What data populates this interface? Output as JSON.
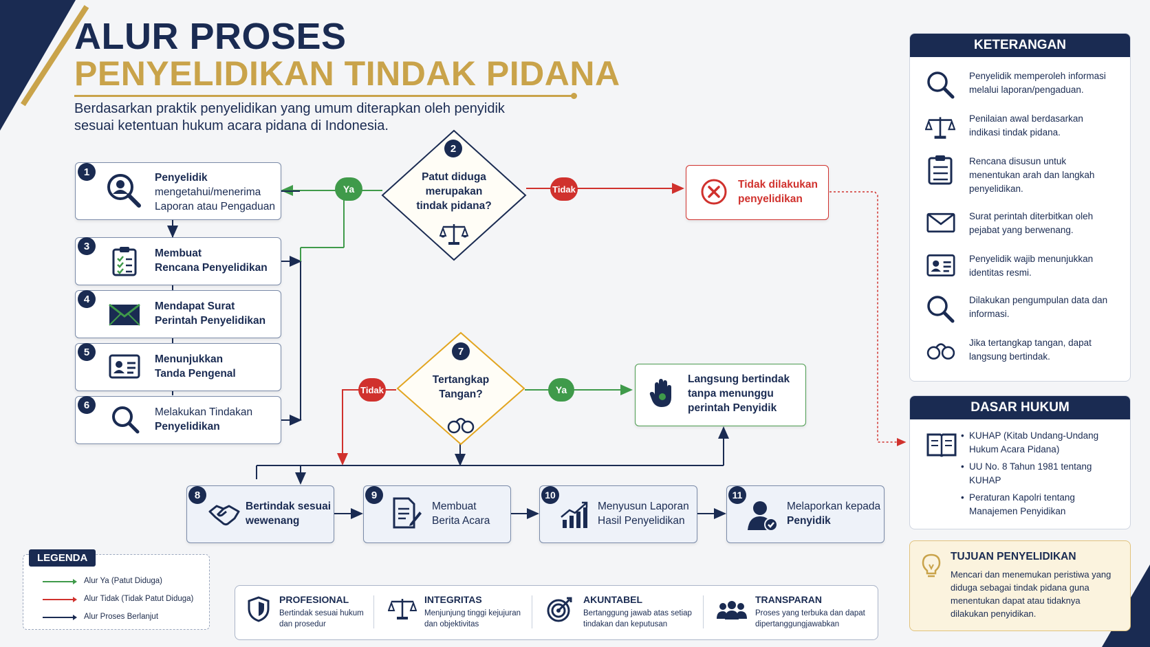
{
  "header": {
    "title_line1": "ALUR PROSES",
    "title_line2": "PENYELIDIKAN TINDAK PIDANA",
    "subtitle": "Berdasarkan praktik penyelidikan yang umum diterapkan oleh penyidik sesuai ketentuan hukum acara pidana di Indonesia."
  },
  "steps": [
    {
      "num": "1",
      "line1": "Penyelidik",
      "line2": "mengetahui/menerima",
      "line3": "Laporan atau Pengaduan"
    },
    {
      "num": "3",
      "line1": "Membuat",
      "line2": "Rencana Penyelidikan"
    },
    {
      "num": "4",
      "line1": "Mendapat Surat",
      "line2": "Perintah Penyelidikan"
    },
    {
      "num": "5",
      "line1": "Menunjukkan",
      "line2": "Tanda Pengenal"
    },
    {
      "num": "6",
      "line1": "Melakukan Tindakan",
      "line2": "Penyelidikan"
    }
  ],
  "decision1": {
    "num": "2",
    "line1": "Patut diduga",
    "line2": "merupakan",
    "line3": "tindak pidana?",
    "yes": "Ya",
    "no": "Tidak"
  },
  "reject": {
    "line1": "Tidak dilakukan",
    "line2": "penyelidikan"
  },
  "decision2": {
    "num": "7",
    "line1": "Tertangkap",
    "line2": "Tangan?",
    "yes": "Ya",
    "no": "Tidak"
  },
  "immediate": {
    "line1": "Langsung bertindak",
    "line2": "tanpa menunggu",
    "line3": "perintah Penyidik"
  },
  "bottom_steps": [
    {
      "num": "8",
      "line1": "Bertindak sesuai",
      "line2": "wewenang"
    },
    {
      "num": "9",
      "line1": "Membuat",
      "line2": "Berita Acara"
    },
    {
      "num": "10",
      "line1": "Menyusun Laporan",
      "line2": "Hasil Penyelidikan"
    },
    {
      "num": "11",
      "line1": "Melaporkan kepada",
      "line2": "Penyidik"
    }
  ],
  "keterangan": {
    "title": "KETERANGAN",
    "items": [
      {
        "icon": "search-icon",
        "text": "Penyelidik memperoleh informasi melalui laporan/pengaduan."
      },
      {
        "icon": "scales-icon",
        "text": "Penilaian awal berdasarkan indikasi tindak pidana."
      },
      {
        "icon": "clipboard-icon",
        "text": "Rencana disusun untuk menentukan arah dan langkah penyelidikan."
      },
      {
        "icon": "envelope-icon",
        "text": "Surat perintah diterbitkan oleh pejabat yang berwenang."
      },
      {
        "icon": "id-card-icon",
        "text": "Penyelidik wajib menunjukkan identitas resmi."
      },
      {
        "icon": "search-icon",
        "text": "Dilakukan pengumpulan data dan informasi."
      },
      {
        "icon": "handcuffs-icon",
        "text": "Jika tertangkap tangan, dapat langsung bertindak."
      }
    ]
  },
  "dasar_hukum": {
    "title": "DASAR HUKUM",
    "items": [
      "KUHAP (Kitab Undang-Undang Hukum Acara Pidana)",
      "UU No. 8 Tahun 1981 tentang KUHAP",
      "Peraturan Kapolri tentang Manajemen Penyidikan"
    ]
  },
  "tujuan": {
    "title": "TUJUAN PENYELIDIKAN",
    "text": "Mencari dan menemukan peristiwa yang diduga sebagai tindak pidana guna menentukan dapat atau tidaknya dilakukan penyidikan."
  },
  "legend": {
    "title": "LEGENDA",
    "items": [
      {
        "label": "Alur Ya (Patut Diduga)",
        "color": "#3f9a4a"
      },
      {
        "label": "Alur Tidak (Tidak Patut Diduga)",
        "color": "#d0312d"
      },
      {
        "label": "Alur Proses Berlanjut",
        "color": "#1a2b52"
      }
    ]
  },
  "values": [
    {
      "icon": "shield-icon",
      "title": "PROFESIONAL",
      "line1": "Bertindak sesuai hukum",
      "line2": "dan prosedur"
    },
    {
      "icon": "scales-icon",
      "title": "INTEGRITAS",
      "line1": "Menjunjung tinggi kejujuran",
      "line2": "dan objektivitas"
    },
    {
      "icon": "target-icon",
      "title": "AKUNTABEL",
      "line1": "Bertanggung jawab atas setiap",
      "line2": "tindakan dan keputusan"
    },
    {
      "icon": "people-icon",
      "title": "TRANSPARAN",
      "line1": "Proses yang terbuka dan dapat",
      "line2": "dipertanggungjawabkan"
    }
  ],
  "colors": {
    "navy": "#1a2b52",
    "gold": "#c9a34a",
    "green": "#3f9a4a",
    "red": "#d0312d"
  }
}
